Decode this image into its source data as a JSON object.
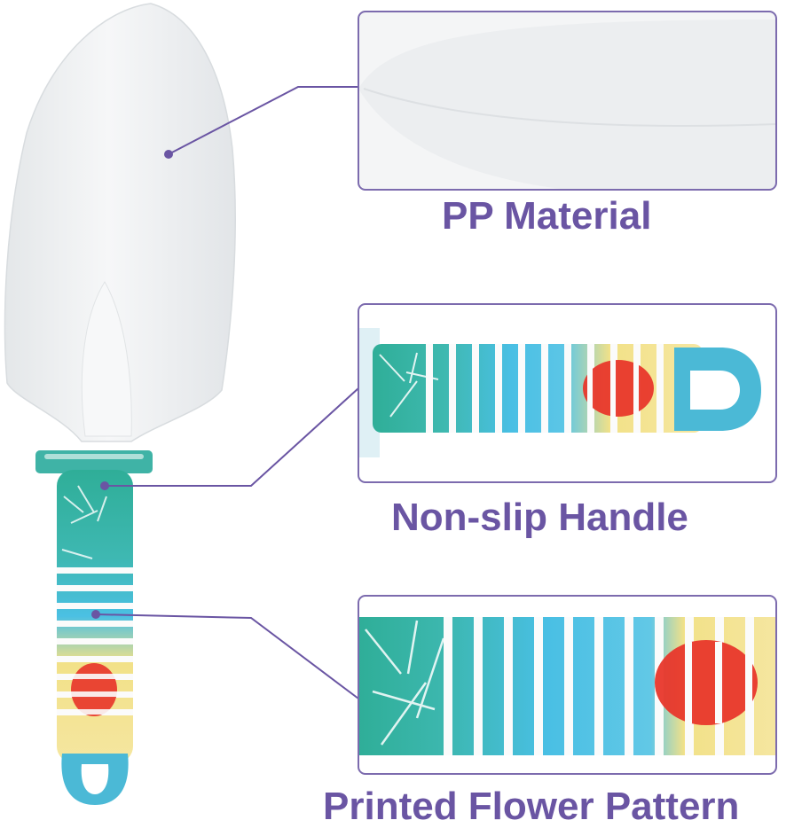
{
  "callouts": [
    {
      "label": "PP Material",
      "feature": "trowel-blade"
    },
    {
      "label": "Non-slip Handle",
      "feature": "handle-grip"
    },
    {
      "label": "Printed Flower Pattern",
      "feature": "floral-print"
    }
  ],
  "colors": {
    "accent": "#6a55a3",
    "frame": "#7c6bae",
    "blade": "#eef0f1",
    "teal": "#2fae98",
    "aqua": "#49bfe4",
    "yellow": "#f5e38a",
    "red": "#e8372b",
    "white_rib": "#fbfbfb"
  }
}
